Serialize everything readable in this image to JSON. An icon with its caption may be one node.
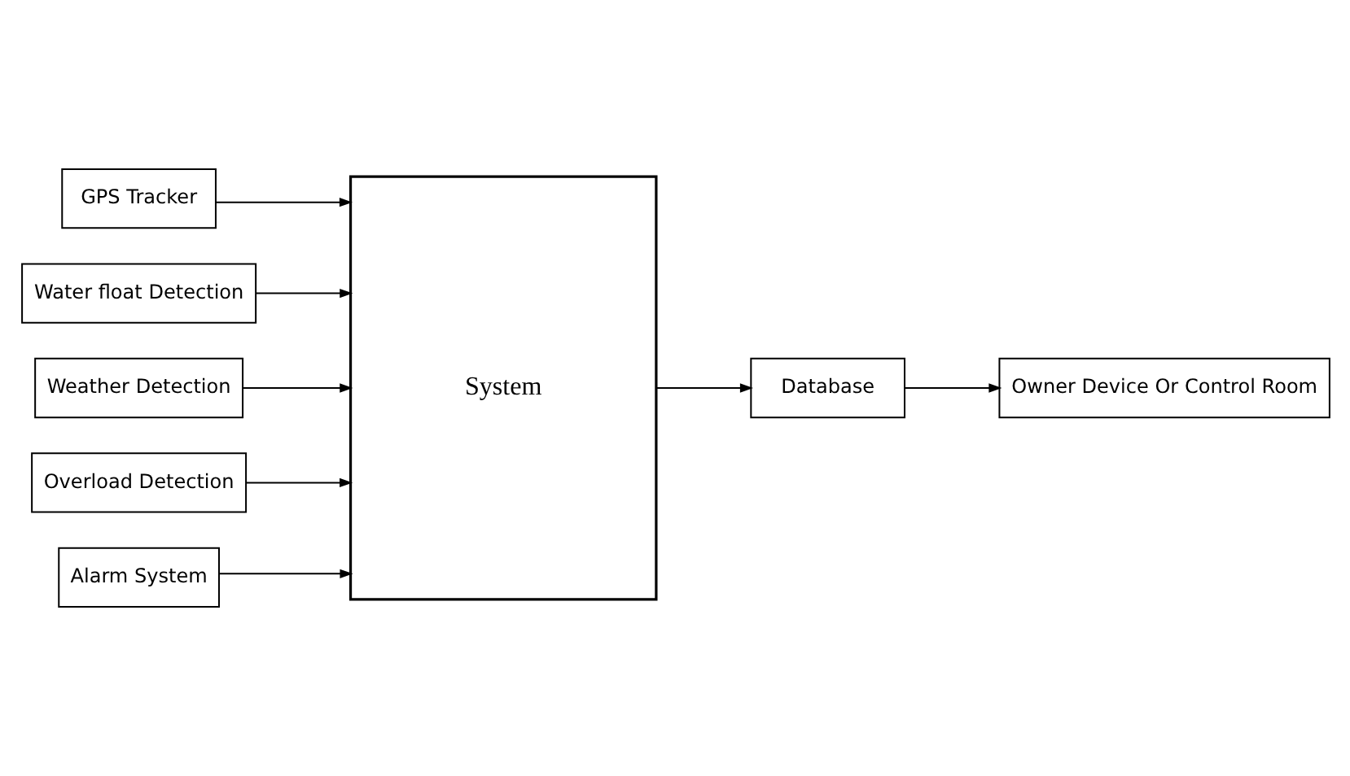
{
  "diagram": {
    "nodes": [
      {
        "text": [
          "GPS Tracker"
        ]
      },
      {
        "text": [
          "Water float Detection"
        ]
      },
      {
        "text": [
          "Weather Detection"
        ]
      },
      {
        "text": [
          "Overload Detection"
        ]
      },
      {
        "text": [
          "Alarm System"
        ]
      },
      {
        "text": [
          "System"
        ]
      },
      {
        "text": [
          "Owner Device Or Control Room"
        ]
      },
      {
        "text": [
          "Database"
        ]
      }
    ],
    "edges": [
      {
        "from": 0,
        "to": 5,
        "arrow": "to"
      },
      {
        "from": 1,
        "to": 5,
        "arrow": "to"
      },
      {
        "from": 2,
        "to": 5,
        "arrow": "to"
      },
      {
        "from": 3,
        "to": 5,
        "arrow": "to"
      },
      {
        "from": 4,
        "to": 5,
        "arrow": "to"
      },
      {
        "from": 5,
        "to": 7,
        "arrow": "to"
      },
      {
        "from": 7,
        "to": 6,
        "arrow": "to"
      }
    ]
  }
}
